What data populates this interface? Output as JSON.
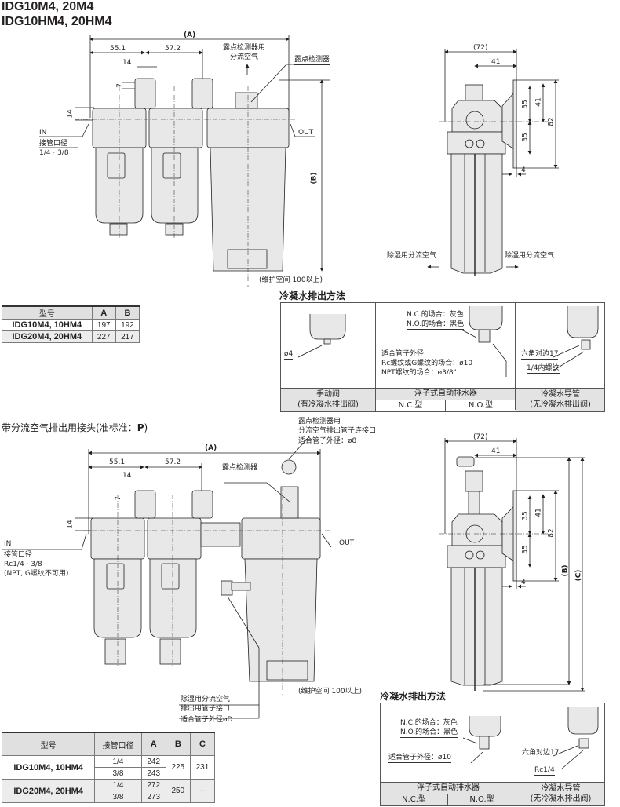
{
  "titles": {
    "line1": "IDG10M4, 20M4",
    "line2": "IDG10HM4, 20HM4"
  },
  "top_front": {
    "dim_A": "(A)",
    "dim_55": "55.1",
    "dim_57": "57.2",
    "dim_14_h": "14",
    "dim_7": "7",
    "dim_14_v": "14",
    "dim_B": "(B)",
    "bleed_label_1": "露点检测器用",
    "bleed_label_2": "分流空气",
    "sensor_label": "露点检测器",
    "in_label": "IN",
    "port_label": "接管口径",
    "port_value": "1/4 · 3/8",
    "out_label": "OUT",
    "maint_label": "(维护空间 100以上)"
  },
  "top_side": {
    "dim_72": "(72)",
    "dim_41": "41",
    "dim_35a": "35",
    "dim_35b": "35",
    "dim_41v": "41",
    "dim_82": "82",
    "dim_4": "4",
    "left_air": "除湿用分流空气",
    "right_air": "除湿用分流空气"
  },
  "table1": {
    "headers": [
      "型号",
      "A",
      "B"
    ],
    "rows": [
      {
        "model": "IDG10M4, 10HM4",
        "A": "197",
        "B": "192"
      },
      {
        "model": "IDG20M4, 20HM4",
        "A": "227",
        "B": "217"
      }
    ]
  },
  "drain1": {
    "title": "冷凝水排出方法",
    "manual_note": "ø4",
    "float_nc": "N.C.的场合：灰色",
    "float_no": "N.O.的场合：黑色",
    "tube_title": "适合管子外径",
    "tube_rc": "Rc螺纹或G螺纹的场合：ø10",
    "tube_npt": "NPT螺纹的场合：ø3/8\"",
    "hex_note": "六角对边17",
    "thread_note": "1/4内螺纹",
    "col1_l1": "手动阀",
    "col1_l2": "(有冷凝水排出阀)",
    "col2_title": "浮子式自动排水器",
    "col2_nc": "N.C.型",
    "col2_no": "N.O.型",
    "col3_l1": "冷凝水导管",
    "col3_l2": "(无冷凝水排出阀)"
  },
  "section2": {
    "title_prefix": "带分流空气排出用接头(准标准：",
    "title_bold": "P",
    "title_suffix": ")",
    "conn_l1": "露点检测器用",
    "conn_l2": "分流空气排出管子连接口",
    "conn_l3": "适合管子外径：ø8",
    "dim_A": "(A)",
    "dim_55": "55.1",
    "dim_57": "57.2",
    "dim_14_h": "14",
    "dim_7": "7",
    "dim_14_v": "14",
    "sensor_label": "露点检测器",
    "in_label": "IN",
    "port_label": "接管口径",
    "port_value": "Rc1/4 · 3/8",
    "port_note": "(NPT, G螺纹不可用)",
    "out_label": "OUT",
    "dehum_l1": "除湿用分流空气",
    "dehum_l2": "排出用管子接口",
    "dehum_l3": "适合管子外径øD",
    "maint_label": "(维护空间 100以上)"
  },
  "side2": {
    "dim_72": "(72)",
    "dim_41": "41",
    "dim_35a": "35",
    "dim_35b": "35",
    "dim_41v": "41",
    "dim_82": "82",
    "dim_4": "4",
    "dim_B": "(B)",
    "dim_C": "(C)"
  },
  "table2": {
    "headers": [
      "型号",
      "接管口径",
      "A",
      "B",
      "C"
    ],
    "rows": [
      {
        "model": "IDG10M4, 10HM4",
        "ports": [
          "1/4",
          "3/8"
        ],
        "A": [
          "242",
          "243"
        ],
        "B": "225",
        "C": "231"
      },
      {
        "model": "IDG20M4, 20HM4",
        "ports": [
          "1/4",
          "3/8"
        ],
        "A": [
          "272",
          "273"
        ],
        "B": "250",
        "C": "—"
      }
    ]
  },
  "drain2": {
    "title": "冷凝水排出方法",
    "float_nc": "N.C.的场合：灰色",
    "float_no": "N.O.的场合：黑色",
    "tube_note": "适合管子外径：ø10",
    "hex_note": "六角对边17",
    "thread_note": "Rc1/4",
    "col1_title": "浮子式自动排水器",
    "col1_nc": "N.C.型",
    "col1_no": "N.O.型",
    "col2_l1": "冷凝水导管",
    "col2_l2": "(无冷凝水排出阀)"
  }
}
